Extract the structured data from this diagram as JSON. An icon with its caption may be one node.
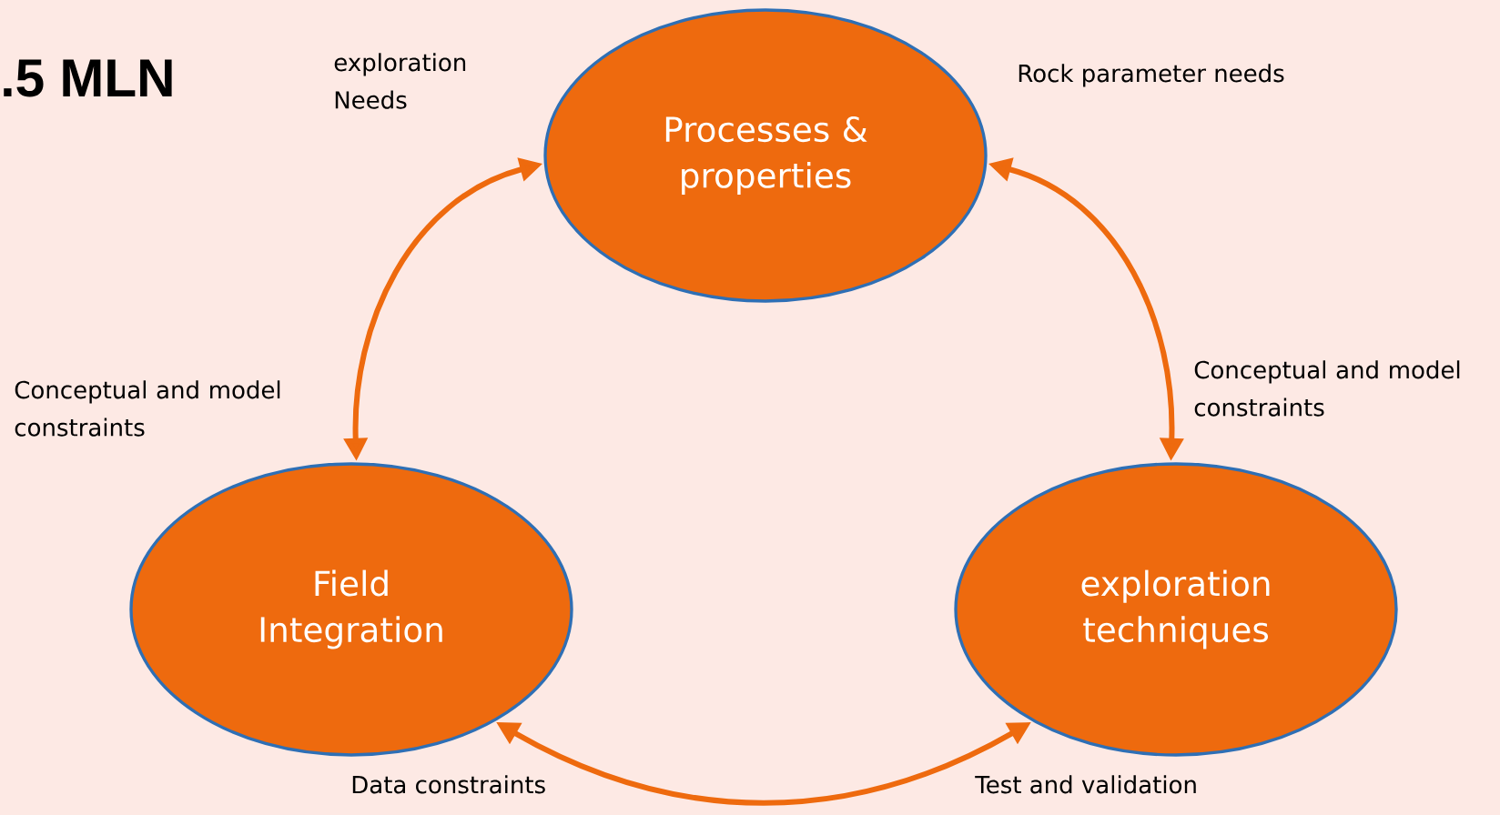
{
  "diagram": {
    "nodes": [
      {
        "text": [
          "Processes & properties"
        ]
      },
      {
        "text": [
          "Field Integration"
        ]
      },
      {
        "text": [
          "exploration techniques"
        ]
      }
    ],
    "edges": [
      {
        "from": 0,
        "to": 1,
        "arrow": "both"
      },
      {
        "from": 0,
        "to": 2,
        "arrow": "both"
      },
      {
        "from": 1,
        "to": 2,
        "arrow": "both"
      }
    ],
    "labels": [
      ".5 MLN",
      "exploration Needs",
      "Rock parameter needs",
      "Conceptual and model constraints",
      "Conceptual and model constraints",
      "Data constraints",
      "Test and validation"
    ]
  }
}
